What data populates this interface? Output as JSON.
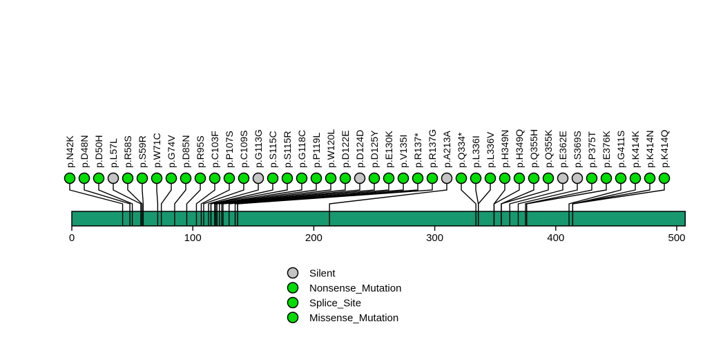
{
  "chart_data": {
    "type": "scatter",
    "variant": "lollipop_protein_mutation_plot",
    "title": "",
    "xlabel": "",
    "ylabel": "",
    "axis": {
      "min": 0,
      "max": 507,
      "ticks": [
        0,
        100,
        200,
        300,
        400,
        500
      ],
      "grid": false
    },
    "protein_bar": {
      "start": 0,
      "end": 507,
      "color": "#17986F"
    },
    "colors": {
      "silent": "#C4C4C4",
      "mutation": "#00DD00",
      "bar": "#17986F",
      "stroke": "#000000",
      "background": "#ffffff"
    },
    "mutations": [
      {
        "label": "p.N42K",
        "position": 42,
        "fill_key": "mutation"
      },
      {
        "label": "p.D48N",
        "position": 48,
        "fill_key": "mutation"
      },
      {
        "label": "p.D50H",
        "position": 50,
        "fill_key": "mutation"
      },
      {
        "label": "p.L57L",
        "position": 57,
        "fill_key": "silent"
      },
      {
        "label": "p.R58S",
        "position": 58,
        "fill_key": "mutation"
      },
      {
        "label": "p.S59R",
        "position": 59,
        "fill_key": "mutation"
      },
      {
        "label": "p.W71C",
        "position": 71,
        "fill_key": "mutation"
      },
      {
        "label": "p.G74V",
        "position": 74,
        "fill_key": "mutation"
      },
      {
        "label": "p.D85N",
        "position": 85,
        "fill_key": "mutation"
      },
      {
        "label": "p.R95S",
        "position": 95,
        "fill_key": "mutation"
      },
      {
        "label": "p.C103F",
        "position": 103,
        "fill_key": "mutation"
      },
      {
        "label": "p.P107S",
        "position": 107,
        "fill_key": "mutation"
      },
      {
        "label": "p.C109S",
        "position": 109,
        "fill_key": "mutation"
      },
      {
        "label": "p.G113G",
        "position": 113,
        "fill_key": "silent"
      },
      {
        "label": "p.S115C",
        "position": 115,
        "fill_key": "mutation"
      },
      {
        "label": "p.S115R",
        "position": 115,
        "fill_key": "mutation"
      },
      {
        "label": "p.G118C",
        "position": 118,
        "fill_key": "mutation"
      },
      {
        "label": "p.P119L",
        "position": 119,
        "fill_key": "mutation"
      },
      {
        "label": "p.W120L",
        "position": 120,
        "fill_key": "mutation"
      },
      {
        "label": "p.D122E",
        "position": 122,
        "fill_key": "mutation"
      },
      {
        "label": "p.D124D",
        "position": 124,
        "fill_key": "silent"
      },
      {
        "label": "p.D125Y",
        "position": 125,
        "fill_key": "mutation"
      },
      {
        "label": "p.E130K",
        "position": 130,
        "fill_key": "mutation"
      },
      {
        "label": "p.V135I",
        "position": 135,
        "fill_key": "mutation"
      },
      {
        "label": "p.R137*",
        "position": 137,
        "fill_key": "mutation"
      },
      {
        "label": "p.R137G",
        "position": 137,
        "fill_key": "mutation"
      },
      {
        "label": "p.A213A",
        "position": 213,
        "fill_key": "silent"
      },
      {
        "label": "p.Q334*",
        "position": 334,
        "fill_key": "mutation"
      },
      {
        "label": "p.L336I",
        "position": 336,
        "fill_key": "mutation"
      },
      {
        "label": "p.L336V",
        "position": 336,
        "fill_key": "mutation"
      },
      {
        "label": "p.H349N",
        "position": 349,
        "fill_key": "mutation"
      },
      {
        "label": "p.H349Q",
        "position": 349,
        "fill_key": "mutation"
      },
      {
        "label": "p.Q355H",
        "position": 355,
        "fill_key": "mutation"
      },
      {
        "label": "p.Q355K",
        "position": 355,
        "fill_key": "mutation"
      },
      {
        "label": "p.E362E",
        "position": 362,
        "fill_key": "silent"
      },
      {
        "label": "p.S369S",
        "position": 369,
        "fill_key": "silent"
      },
      {
        "label": "p.P375T",
        "position": 375,
        "fill_key": "mutation"
      },
      {
        "label": "p.E376K",
        "position": 376,
        "fill_key": "mutation"
      },
      {
        "label": "p.G411S",
        "position": 411,
        "fill_key": "mutation"
      },
      {
        "label": "p.K414K",
        "position": 414,
        "fill_key": "mutation"
      },
      {
        "label": "p.K414N",
        "position": 414,
        "fill_key": "mutation"
      },
      {
        "label": "p.K414Q",
        "position": 414,
        "fill_key": "mutation"
      }
    ],
    "legend": {
      "position": "bottom-center",
      "items": [
        {
          "label": "Silent",
          "color": "#C4C4C4"
        },
        {
          "label": "Nonsense_Mutation",
          "color": "#00DD00"
        },
        {
          "label": "Splice_Site",
          "color": "#00DD00"
        },
        {
          "label": "Missense_Mutation",
          "color": "#00DD00"
        }
      ]
    }
  }
}
